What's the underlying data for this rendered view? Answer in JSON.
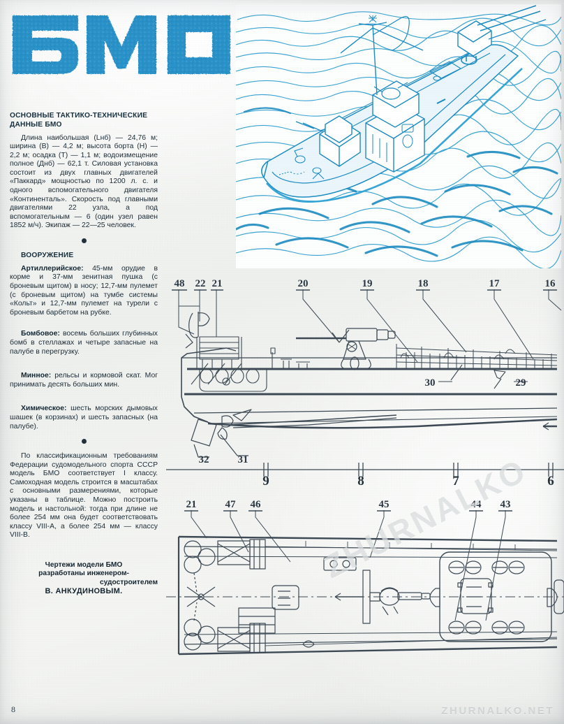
{
  "masthead": {
    "title": "БМО"
  },
  "article": {
    "specs_heading": "ОСНОВНЫЕ ТАКТИКО-ТЕХНИЧЕСКИЕ ДАННЫЕ БМО",
    "specs_body": "Длина наибольшая (Lнб) — 24,76 м; ширина (В) — 4,2 м; высота борта (Н) — 2,2 м; осадка (Т) — 1,1 м; водоизмещение полное (Днб) — 62,1 т. Силовая установка состоит из двух главных двигателей «Паккард» мощностью по 1200 л. с. и одного вспомогательного двигателя «Континенталь». Скорость под главными двигателями 22 узла, а под вспомогательным — 6 (один узел равен 1852 м/ч). Экипаж — 22—25 человек.",
    "armament_heading": "ВООРУЖЕНИЕ",
    "artillery_label": "Артиллерийское:",
    "artillery_body": "45-мм орудие в корме и 37-мм зенитная пушка (с броневым щитом) в носу; 12,7-мм пулемет (с броневым щитом) на тумбе системы «Кольт» и 12,7-мм пулемет на турели с броневым барбетом на рубке.",
    "bomb_label": "Бомбовое:",
    "bomb_body": "восемь больших глубинных бомб в стеллажах и четыре запасные на палубе в перегрузку.",
    "mine_label": "Минное:",
    "mine_body": "рельсы и кормовой скат. Мог принимать десять больших мин.",
    "chem_label": "Химическое:",
    "chem_body": "шесть морских дымовых шашек (в корзинах) и шесть запасных (на палубе).",
    "class_body": "По классификационным требованиям Федерации судомодельного спорта СССР модель БМО соответствует I классу. Самоходная модель строится в масштабах с основными размерениями, которые указаны в таблице. Можно построить модель и настольной: тогда при длине не более 254 мм она будет соответствовать классу VIII-А, а более 254 мм — классу VIII-В.",
    "credit_line1": "Чертежи модели БМО",
    "credit_line2": "разработаны инженером-",
    "credit_line3": "судостроителем",
    "credit_line4": "В. АНКУДИНОВЫМ.",
    "page_number": "8"
  },
  "illustration": {
    "caption": "",
    "subject": "boat-at-sea-line-art",
    "ink_color": "#2f9fd0"
  },
  "side_view": {
    "callouts_top": [
      "48",
      "22",
      "21",
      "20",
      "19",
      "18",
      "17",
      "16"
    ],
    "callouts_bottom": [
      "30",
      "29",
      "32",
      "31"
    ],
    "station_labels": [
      "9",
      "8",
      "7",
      "6"
    ]
  },
  "plan_view": {
    "callouts_top": [
      "21",
      "47",
      "46",
      "45",
      "44",
      "43"
    ]
  },
  "watermarks": {
    "diagonal": "ZHURNALKO",
    "bottom": "ZHURNALKO.NET"
  },
  "colors": {
    "ink_blue": "#2f9fd0",
    "masthead_blue": "#2b92c8",
    "text": "#1b2b36",
    "drawing": "#3d4a55"
  }
}
